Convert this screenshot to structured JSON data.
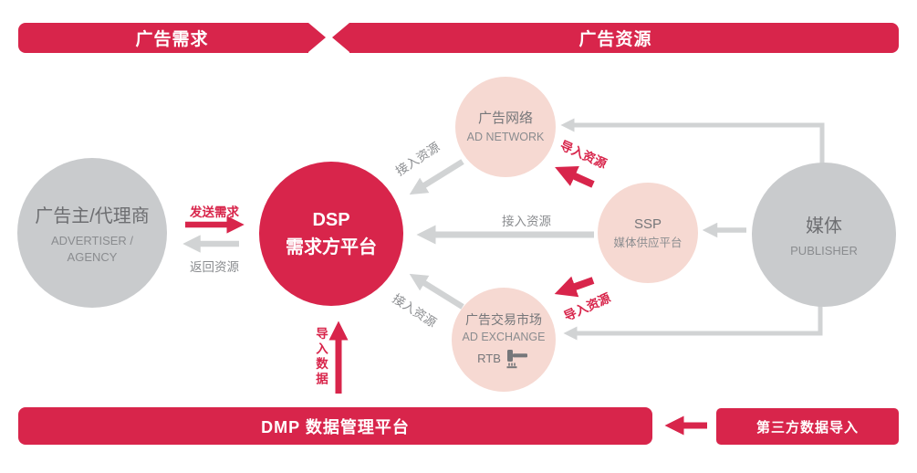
{
  "banners": {
    "ad_demand": "广告需求",
    "ad_resources": "广告资源"
  },
  "nodes": {
    "advertiser": {
      "title": "广告主/代理商",
      "subtitle_line1": "ADVERTISER /",
      "subtitle_line2": "AGENCY"
    },
    "dsp": {
      "title": "DSP",
      "subtitle": "需求方平台"
    },
    "ad_network": {
      "title": "广告网络",
      "subtitle": "AD NETWORK"
    },
    "ssp": {
      "title": "SSP",
      "subtitle": "媒体供应平台"
    },
    "ad_exchange": {
      "title": "广告交易市场",
      "subtitle": "AD EXCHANGE",
      "rtb_label": "RTB"
    },
    "publisher": {
      "title": "媒体",
      "subtitle": "PUBLISHER"
    }
  },
  "flow_labels": {
    "send_demand": "发送需求",
    "return_resources": "返回资源",
    "access_resources_from_ad_network": "接入资源",
    "access_resources_from_ssp": "接入资源",
    "access_resources_from_ad_exchange": "接入资源",
    "import_resources_to_ad_network": "导入资源",
    "import_resources_to_ad_exchange": "导入资源",
    "import_data": "导入数据"
  },
  "bottom_bar": {
    "dmp_label": "DMP 数据管理平台",
    "third_party_label": "第三方数据导入"
  },
  "icons": {
    "ad_exchange_icon": "gavel-icon"
  },
  "colors": {
    "red": "#d8254b",
    "pink": "#f6d9d2",
    "gray_circle": "#c9cbcd",
    "gray_arrow": "#d1d3d4",
    "gray_label": "#8a8c8f",
    "dark_label": "#6d6e71"
  }
}
